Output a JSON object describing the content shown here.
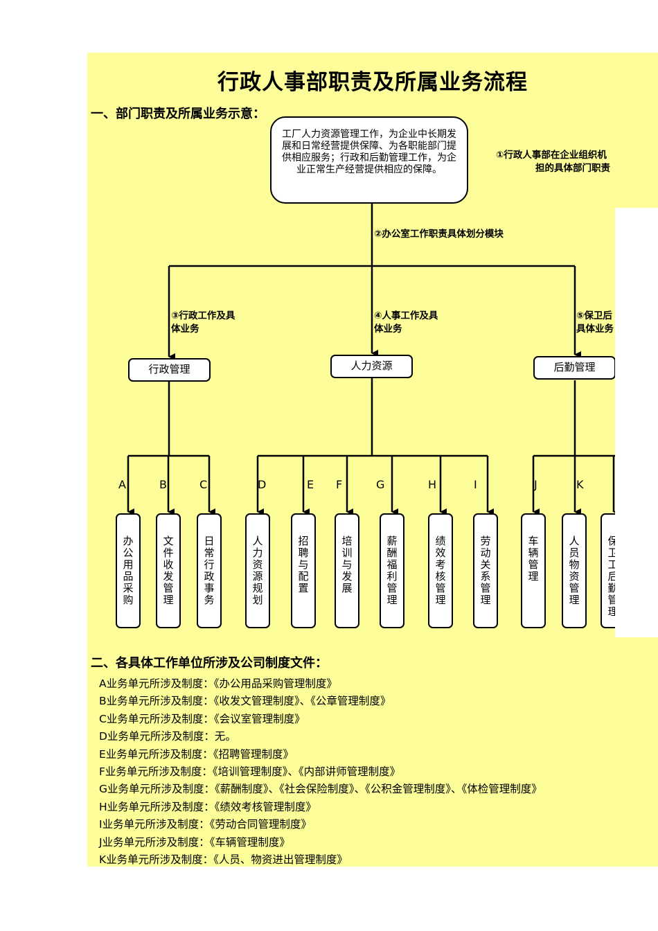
{
  "title": "行政人事部职责及所属业务流程",
  "section1_heading": "一、部门职责及所属业务示意：",
  "top_box_text": "工厂人力资源管理工作，为企业中长期发展和日常经营提供保障、为各职能部门提供相应服务；行政和后勤管理工作，为企业正常生产经营提供相应的保障。",
  "notes": {
    "n1_line1": "①行政人事部在企业组织机",
    "n1_line2": "担的具体部门职责",
    "n2": "②办公室工作职责具体划分模块",
    "n3_line1": "③行政工作及具",
    "n3_line2": "体业务",
    "n4_line1": "④人事工作及具",
    "n4_line2": "体业务",
    "n5_line1": "⑤保卫后",
    "n5_line2": "具体业务"
  },
  "departments": {
    "admin": "行政管理",
    "hr": "人力资源",
    "logistics": "后勤管理"
  },
  "letters": [
    "A",
    "B",
    "C",
    "D",
    "E",
    "F",
    "G",
    "H",
    "I",
    "J",
    "K"
  ],
  "units": [
    "办公用品采购",
    "文件收发管理",
    "日常行政事务",
    "人力资源规划",
    "招聘与配置",
    "培训与发展",
    "薪酬福利管理",
    "绩效考核管理",
    "劳动关系管理",
    "车辆管理",
    "人员物资管理",
    "保卫工后勤管理"
  ],
  "section2_heading": "二、各具体工作单位所涉及公司制度文件：",
  "rules": [
    "A业务单元所涉及制度：《办公用品采购管理制度》",
    "B业务单元所涉及制度：《收发文管理制度》、《公章管理制度》",
    "C业务单元所涉及制度：《会议室管理制度》",
    "D业务单元所涉及制度：无。",
    "E业务单元所涉及制度：《招聘管理制度》",
    "F业务单元所涉及制度：《培训管理制度》、《内部讲师管理制度》",
    "G业务单元所涉及制度：《薪酬制度》、《社会保险制度》、《公积金管理制度》、《体检管理制度》",
    "H业务单元所涉及制度：《绩效考核管理制度》",
    "I业务单元所涉及制度：《劳动合同管理制度》",
    "J业务单元所涉及制度：《车辆管理制度》",
    "K业务单元所涉及制度：《人员、物资进出管理制度》"
  ]
}
